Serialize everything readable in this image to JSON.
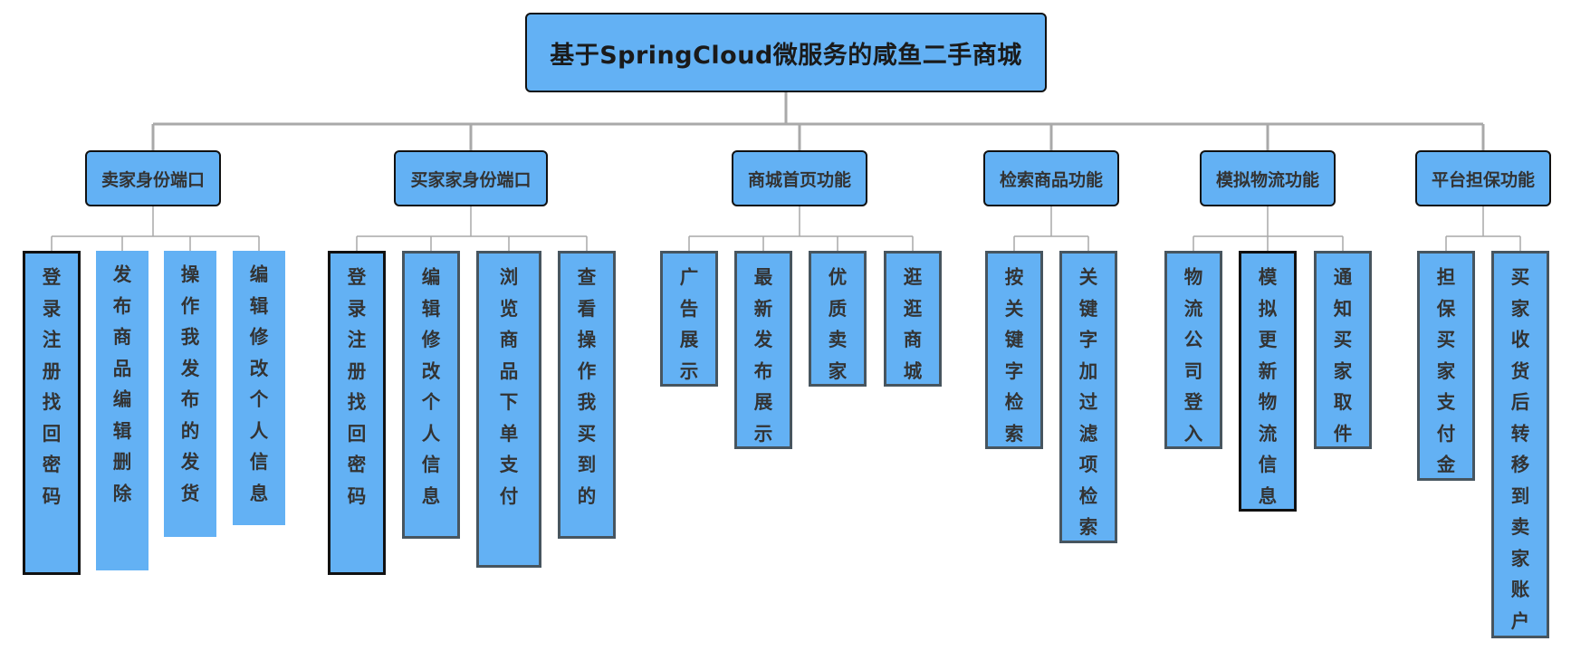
{
  "title": "基于SpringCloud微服务的咸鱼二手商城",
  "colors": {
    "box_fill": "#63b1f4",
    "text": "#333333",
    "connector": "#a9a9a9",
    "border_dark": "#111111",
    "border_gray": "#47555f"
  },
  "branches": [
    {
      "label": "卖家身份端口",
      "leaves": [
        {
          "text": "登录\n注册\n找回密码",
          "border": "black"
        },
        {
          "text": "发布商品\n编辑\n删除",
          "border": "none"
        },
        {
          "text": "操作我发布的\n发货",
          "border": "none"
        },
        {
          "text": "编辑修改个人信息",
          "border": "none"
        }
      ]
    },
    {
      "label": "买家家身份端口",
      "leaves": [
        {
          "text": "登录\n注册\n找回密码",
          "border": "black"
        },
        {
          "text": "编辑修改个人信息",
          "border": "gray"
        },
        {
          "text": "浏览商品\n下单支付",
          "border": "gray"
        },
        {
          "text": "查看操作我买到的",
          "border": "gray"
        }
      ]
    },
    {
      "label": "商城首页功能",
      "leaves": [
        {
          "text": "广告展示",
          "border": "gray"
        },
        {
          "text": "最新发布展示",
          "border": "gray"
        },
        {
          "text": "优质卖家",
          "border": "gray"
        },
        {
          "text": "逛逛商城",
          "border": "gray"
        }
      ]
    },
    {
      "label": "检索商品功能",
      "leaves": [
        {
          "text": "按关键字检索",
          "border": "gray"
        },
        {
          "text": "关键字加过滤项检索",
          "border": "gray"
        }
      ]
    },
    {
      "label": "模拟物流功能",
      "leaves": [
        {
          "text": "物流公司登入",
          "border": "gray"
        },
        {
          "text": "模拟更新物流信息",
          "border": "black"
        },
        {
          "text": "通知买家取件",
          "border": "gray"
        }
      ]
    },
    {
      "label": "平台担保功能",
      "leaves": [
        {
          "text": "担保买家支付金",
          "border": "gray"
        },
        {
          "text": "买家收货后转移到卖家账户",
          "border": "gray"
        }
      ]
    }
  ]
}
